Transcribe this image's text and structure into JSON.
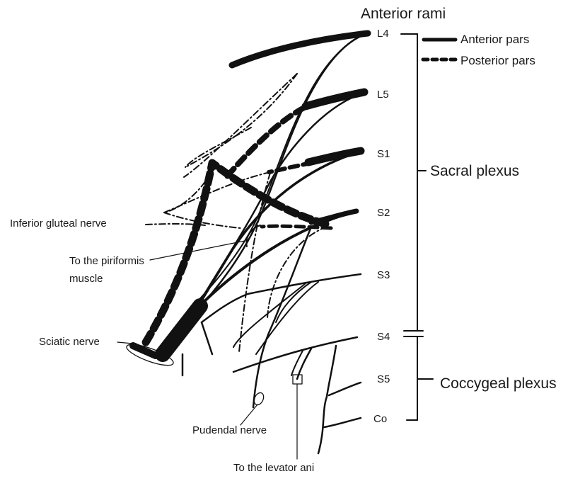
{
  "title": "Anterior rami",
  "legend": {
    "solid_label": "Anterior pars",
    "dashed_label": "Posterior pars"
  },
  "roots": [
    "L4",
    "L5",
    "S1",
    "S2",
    "S3",
    "S4",
    "S5",
    "Co"
  ],
  "groups": {
    "sacral": "Sacral plexus",
    "coccygeal": "Coccygeal plexus"
  },
  "nerves": {
    "inferior_gluteal": "Inferior gluteal nerve",
    "piriformis_line1": "To the piriformis",
    "piriformis_line2": "muscle",
    "sciatic": "Sciatic nerve",
    "pudendal": "Pudendal nerve",
    "levator_ani": "To the levator ani"
  },
  "colors": {
    "ink": "#111111",
    "text": "#1a1a1a",
    "background": "#ffffff"
  }
}
